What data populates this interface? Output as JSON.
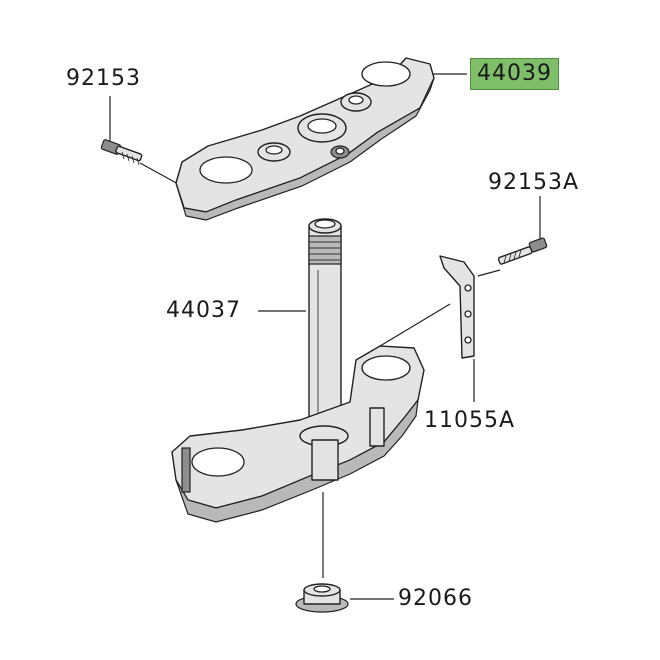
{
  "parts": {
    "upper_bracket": "44039",
    "upper_bolt": "92153",
    "side_bolt": "92153A",
    "stem": "44037",
    "stay_bracket": "11055A",
    "stem_nut": "92066"
  },
  "colors": {
    "highlight": "#7fbf6a",
    "part_fill": "#e4e4e4",
    "part_stroke": "#222222"
  }
}
